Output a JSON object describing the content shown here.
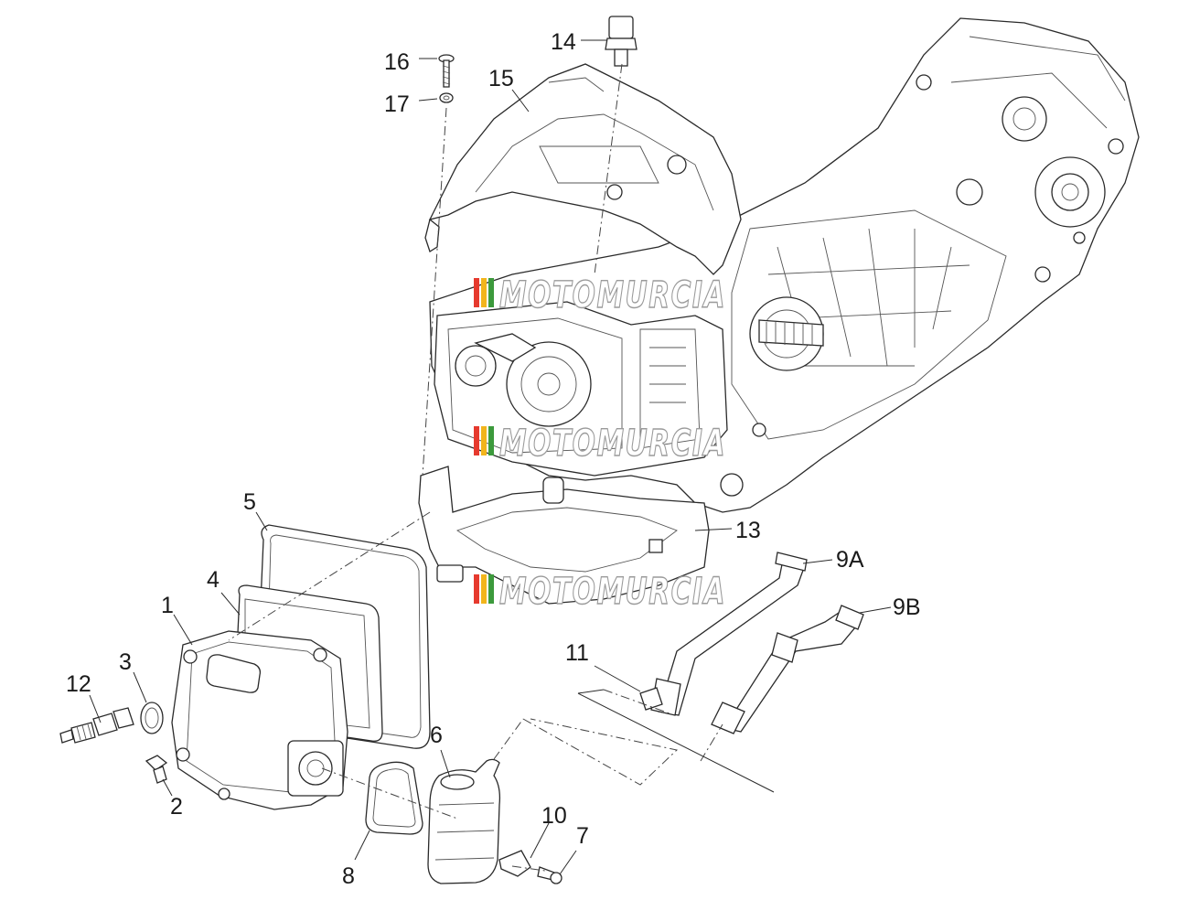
{
  "callouts": {
    "c1": "1",
    "c2": "2",
    "c3": "3",
    "c4": "4",
    "c5": "5",
    "c6": "6",
    "c7": "7",
    "c8": "8",
    "c9a": "9A",
    "c9b": "9B",
    "c10": "10",
    "c11": "11",
    "c12": "12",
    "c13": "13",
    "c14": "14",
    "c15": "15",
    "c16": "16",
    "c17": "17"
  },
  "watermark": {
    "text": "MOTOMURCIA",
    "stripe_colors": [
      "#e63a2e",
      "#f2b51c",
      "#3c9a3c"
    ]
  }
}
